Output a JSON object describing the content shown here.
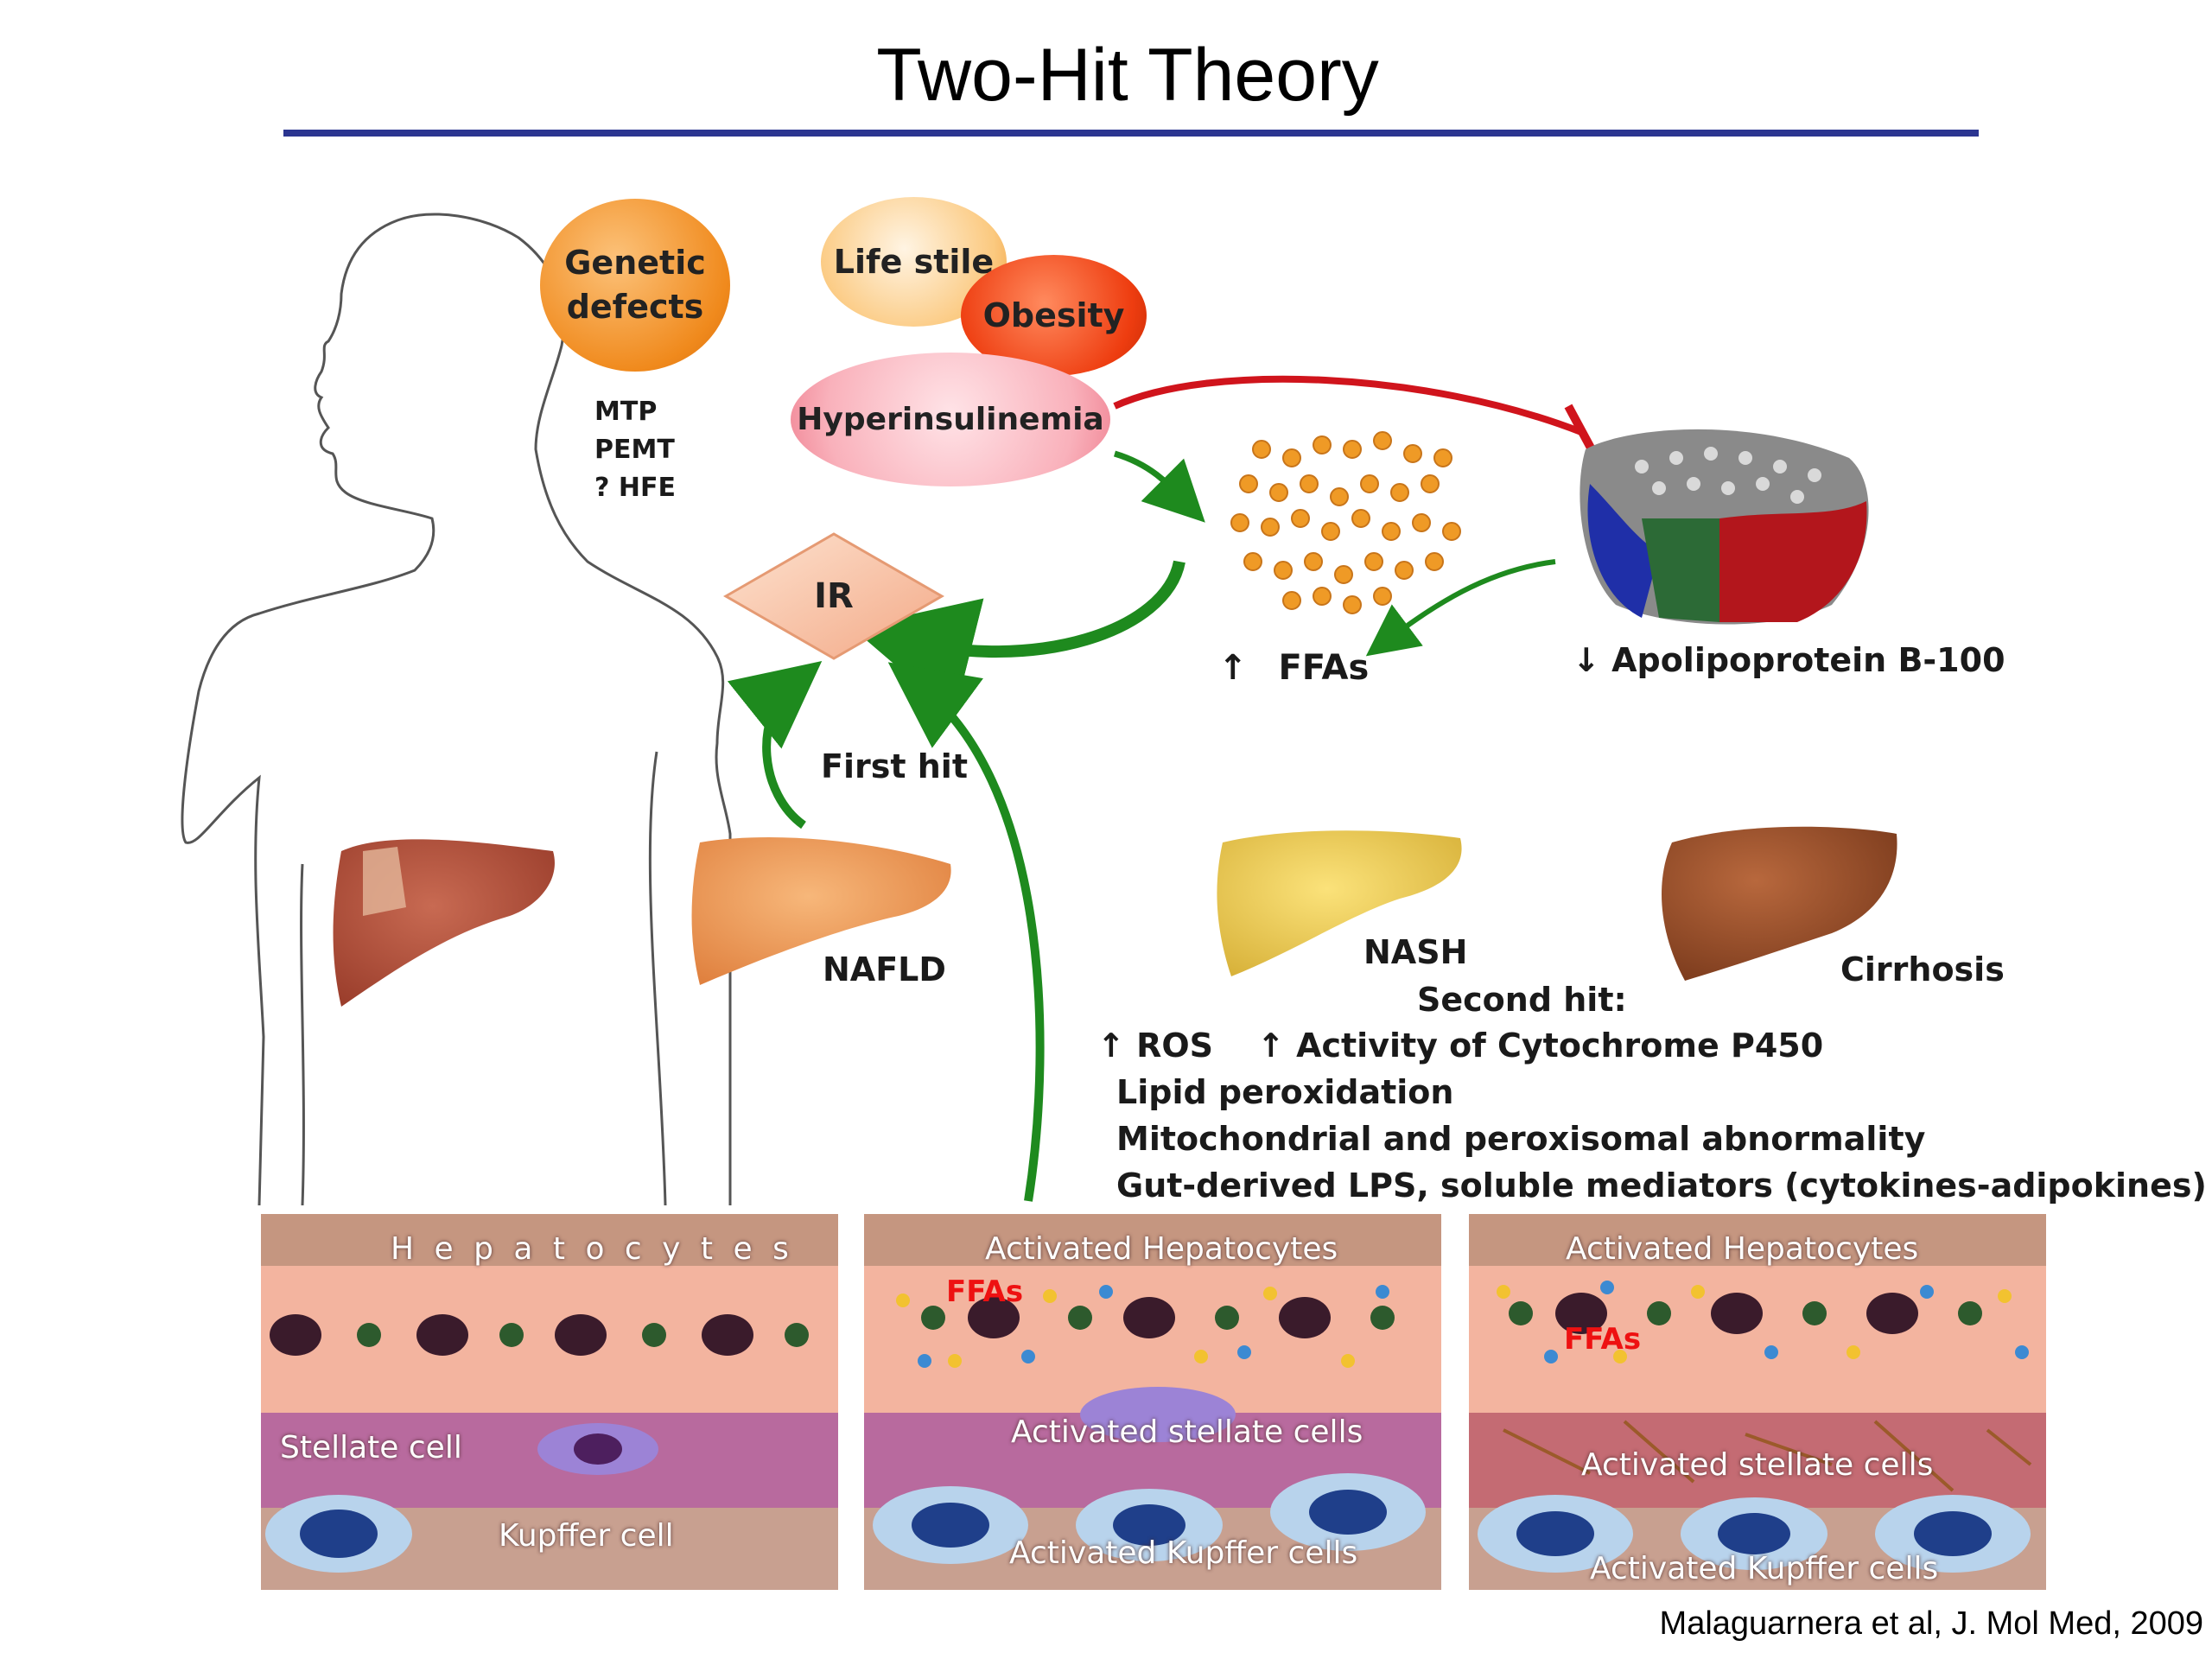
{
  "title": "Two-Hit Theory",
  "citation": "Malaguarnera et al, J. Mol Med, 2009",
  "colors": {
    "rule": "#2b3590",
    "arrow_green": "#1e8a1e",
    "inhibit_red": "#d0141c"
  },
  "factors": {
    "genetic": "Genetic\ndefects",
    "genetic_genes": [
      "MTP",
      "PEMT",
      "? HFE"
    ],
    "lifestyle": "Life stile",
    "obesity": "Obesity",
    "hyperinsulinemia": "Hyperinsulinemia",
    "ir": "IR"
  },
  "ffas": {
    "arrow": "↑",
    "label": "FFAs"
  },
  "apolipoprotein": {
    "arrow": "↓",
    "label": "Apolipoprotein B-100"
  },
  "first_hit": "First hit",
  "stages": {
    "nafld": "NAFLD",
    "nash": "NASH",
    "cirrhosis": "Cirrhosis"
  },
  "second_hit": {
    "title": "Second hit:",
    "ros": "↑ ROS",
    "p450": "↑ Activity of Cytochrome P450",
    "lines": [
      "Lipid peroxidation",
      "Mitochondrial and peroxisomal  abnormality",
      "Gut-derived LPS, soluble mediators (cytokines-adipokines)"
    ]
  },
  "panels": [
    {
      "top": "H e p a t o c y t e s",
      "mid": "Stellate cell",
      "bottom": "Kupffer cell"
    },
    {
      "top": "Activated  Hepatocytes",
      "ffa": "FFAs",
      "mid": "Activated stellate cells",
      "bottom": "Activated Kupffer cells"
    },
    {
      "top": "Activated  Hepatocytes",
      "ffa": "FFAs",
      "mid": "Activated  stellate cells",
      "bottom": "Activated Kupffer cells"
    }
  ]
}
